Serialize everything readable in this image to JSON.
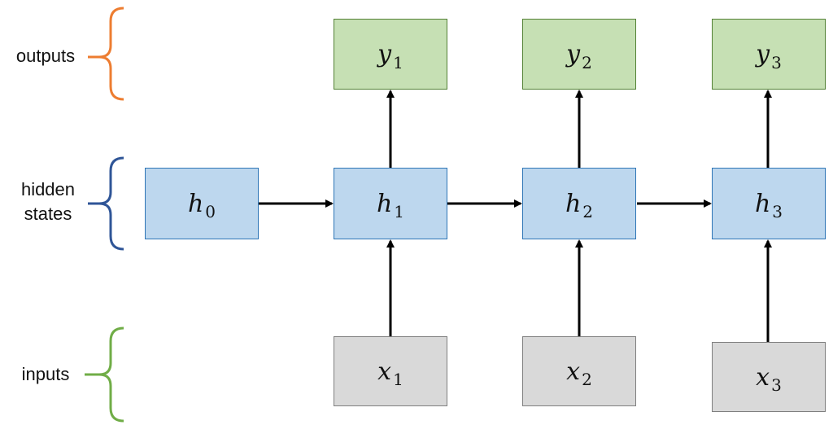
{
  "labels": {
    "outputs": "outputs",
    "hidden_line1": "hidden",
    "hidden_line2": "states",
    "inputs": "inputs"
  },
  "nodes": {
    "y1": {
      "var": "y",
      "sub": "1"
    },
    "y2": {
      "var": "y",
      "sub": "2"
    },
    "y3": {
      "var": "y",
      "sub": "3"
    },
    "h0": {
      "var": "h",
      "sub": "0"
    },
    "h1": {
      "var": "h",
      "sub": "1"
    },
    "h2": {
      "var": "h",
      "sub": "2"
    },
    "h3": {
      "var": "h",
      "sub": "3"
    },
    "x1": {
      "var": "x",
      "sub": "1"
    },
    "x2": {
      "var": "x",
      "sub": "2"
    },
    "x3": {
      "var": "x",
      "sub": "3"
    }
  },
  "colors": {
    "outputs_brace": "#ed7d31",
    "hidden_brace": "#2f5597",
    "inputs_brace": "#70ad47",
    "output_fill": "#c6e0b4",
    "hidden_fill": "#bdd7ee",
    "input_fill": "#d9d9d9",
    "arrow": "#000000"
  }
}
